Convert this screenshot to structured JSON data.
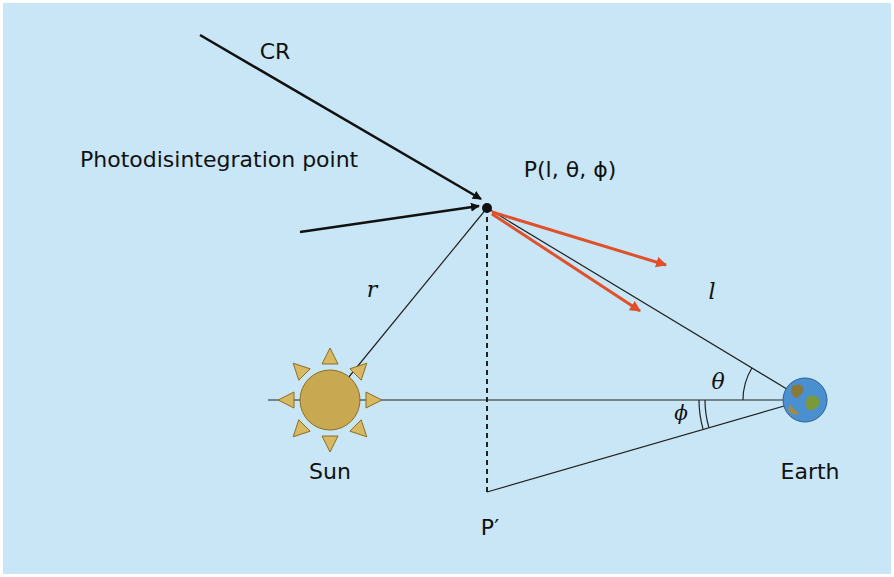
{
  "diagram": {
    "labels": [
      "CR",
      "Photodisintegration point",
      "P(l, θ, ϕ)",
      "r",
      "l",
      "θ",
      "ϕ",
      "Sun",
      "P′",
      "Earth"
    ]
  }
}
